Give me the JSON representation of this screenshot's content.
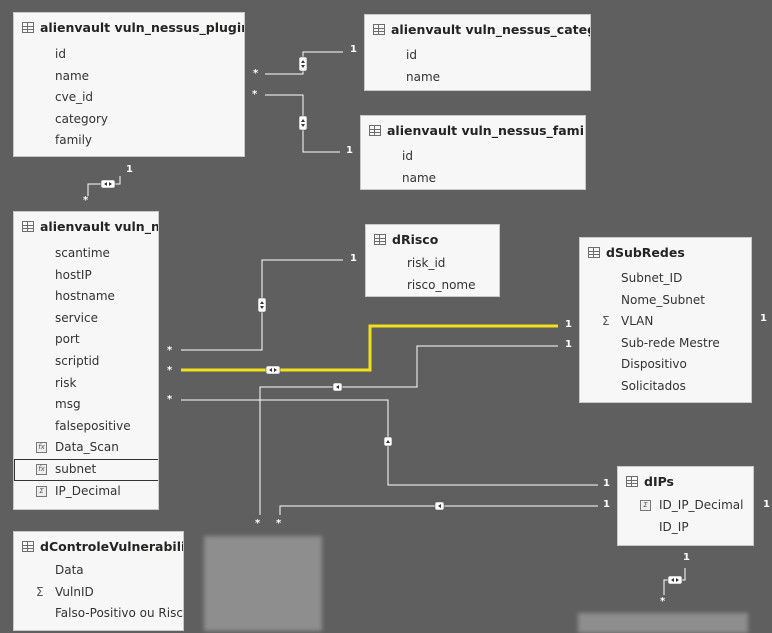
{
  "tables": [
    {
      "id": "plugins",
      "title": "alienvault vuln_nessus_plugins",
      "fields": [
        {
          "name": "id"
        },
        {
          "name": "name"
        },
        {
          "name": "cve_id"
        },
        {
          "name": "category"
        },
        {
          "name": "family"
        }
      ]
    },
    {
      "id": "category",
      "title": "alienvault vuln_nessus_category",
      "fields": [
        {
          "name": "id"
        },
        {
          "name": "name"
        }
      ]
    },
    {
      "id": "family",
      "title": "alienvault vuln_nessus_family",
      "fields": [
        {
          "name": "id"
        },
        {
          "name": "name"
        }
      ]
    },
    {
      "id": "vuln",
      "title": "alienvault vuln_nessus",
      "fields": [
        {
          "name": "scantime"
        },
        {
          "name": "hostIP"
        },
        {
          "name": "hostname"
        },
        {
          "name": "service"
        },
        {
          "name": "port"
        },
        {
          "name": "scriptid"
        },
        {
          "name": "risk"
        },
        {
          "name": "msg"
        },
        {
          "name": "falsepositive"
        },
        {
          "name": "Data_Scan",
          "icon": "calculated"
        },
        {
          "name": "subnet",
          "icon": "calculated",
          "selected": true
        },
        {
          "name": "IP_Decimal",
          "icon": "column-sum"
        }
      ]
    },
    {
      "id": "risco",
      "title": "dRisco",
      "fields": [
        {
          "name": "risk_id"
        },
        {
          "name": "risco_nome"
        }
      ]
    },
    {
      "id": "subredes",
      "title": "dSubRedes",
      "fields": [
        {
          "name": "Subnet_ID"
        },
        {
          "name": "Nome_Subnet"
        },
        {
          "name": "VLAN",
          "icon": "sigma"
        },
        {
          "name": "Sub-rede Mestre"
        },
        {
          "name": "Dispositivo"
        },
        {
          "name": "Solicitados"
        }
      ]
    },
    {
      "id": "dips",
      "title": "dIPs",
      "fields": [
        {
          "name": "ID_IP_Decimal",
          "icon": "column-sum"
        },
        {
          "name": "ID_IP"
        }
      ]
    },
    {
      "id": "controle",
      "title": "dControleVulnerabilidades",
      "fields": [
        {
          "name": "Data"
        },
        {
          "name": "VulnID",
          "icon": "sigma"
        },
        {
          "name": "Falso-Positivo ou Risco Aceito"
        }
      ]
    }
  ],
  "cardinality": {
    "one": "1",
    "many": "*"
  },
  "colors": {
    "canvas": "#5f5f5f",
    "line": "#ffffff",
    "highlight": "#f2e01c",
    "card": "#f7f7f7"
  }
}
